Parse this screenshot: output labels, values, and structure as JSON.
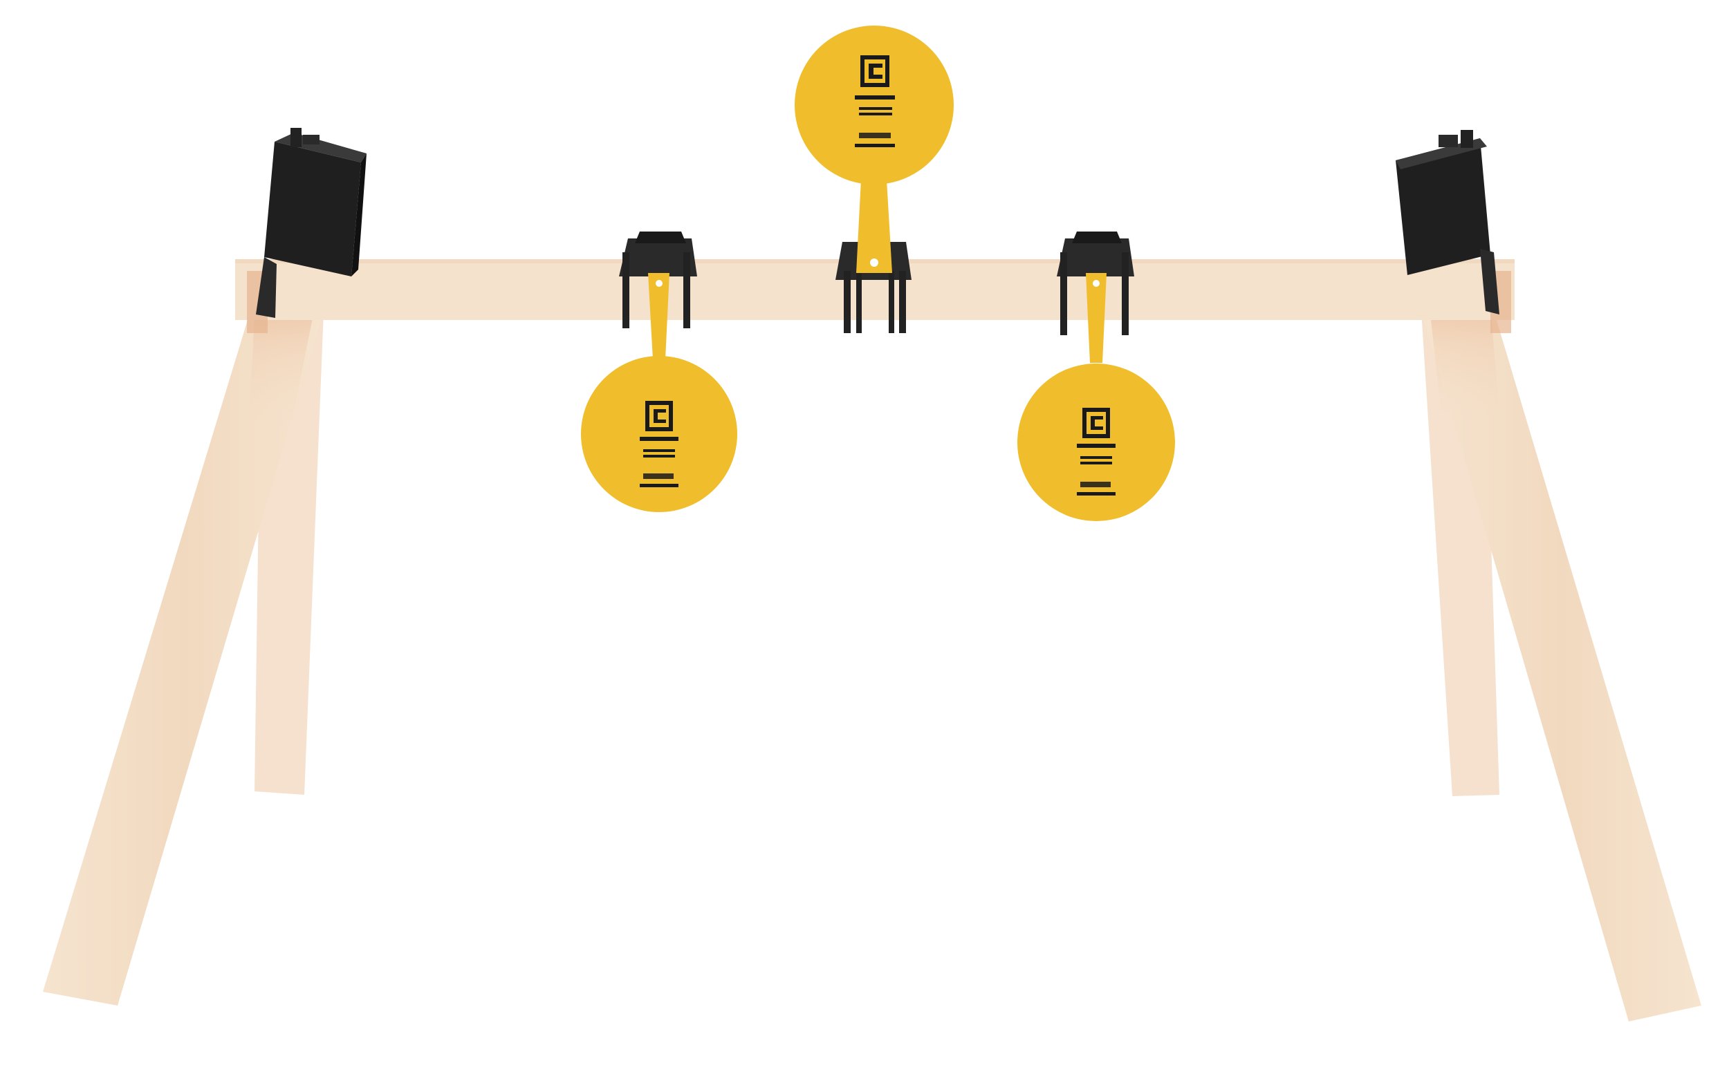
{
  "colors": {
    "background": "#ffffff",
    "wood": "#f3ddc4",
    "wood_shadow": "#e8b896",
    "bracket": "#2a2a2a",
    "target": "#f0be2c",
    "ink": "#1a1a1a"
  },
  "targets": [
    {
      "name": "top-center-target",
      "icon": "brand-logo-icon"
    },
    {
      "name": "left-target",
      "icon": "brand-logo-icon"
    },
    {
      "name": "right-target",
      "icon": "brand-logo-icon"
    }
  ]
}
